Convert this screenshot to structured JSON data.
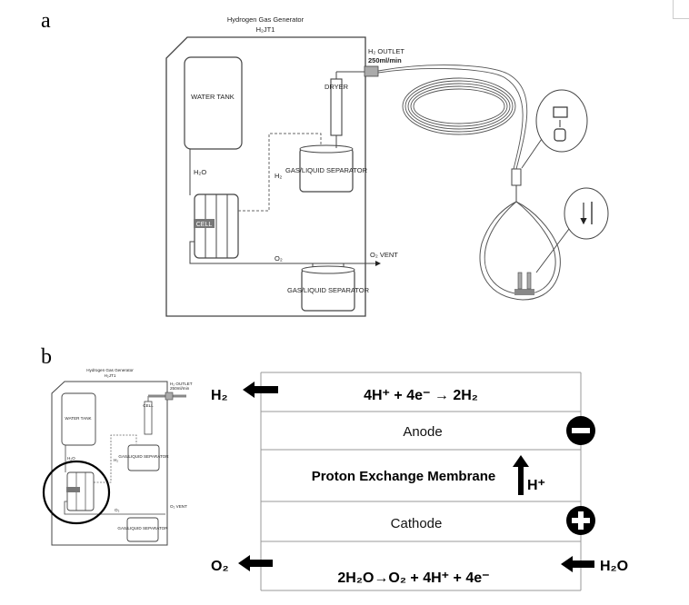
{
  "panel_a": {
    "letter": "a",
    "title": "Hydrogen Gas Generator",
    "model": "H₂JT1",
    "outlet_label": "H₂ OUTLET",
    "outlet_rate": "250ml/min",
    "water_tank": "WATER TANK",
    "dryer": "DRYER",
    "sep_top": "GAS/LIQUID SEPARATOR",
    "sep_bottom": "GAS/LIQUID SEPARATOR",
    "h2o": "H₂O",
    "h2": "H₂",
    "cell": "CELL",
    "o2": "O₂",
    "o2_vent": "O₂ VENT"
  },
  "panel_b": {
    "letter": "b",
    "mini": {
      "title": "Hydrogen Gas Generator",
      "model": "H₂JT1",
      "outlet_label": "H₂ OUTLET",
      "outlet_rate": "250ml/min",
      "water_tank": "WATER TANK",
      "h2o": "H₂O",
      "h2": "H₂",
      "sep_top": "GAS/LIQUID SEPARATOR",
      "cell": "CELL",
      "o2": "O₂",
      "o2_vent": "O₂ VENT",
      "sep_bottom": "GAS/LIQUID SEPARATOR"
    },
    "h2_out": "H₂",
    "anode_reaction": "4H⁺ + 4e⁻ → 2H₂",
    "anode": "Anode",
    "membrane": "Proton Exchange Membrane",
    "proton": "H⁺",
    "cathode": "Cathode",
    "cathode_reaction": "2H₂O→O₂ + 4H⁺ + 4e⁻",
    "o2_out": "O₂",
    "h2o_in": "H₂O"
  }
}
